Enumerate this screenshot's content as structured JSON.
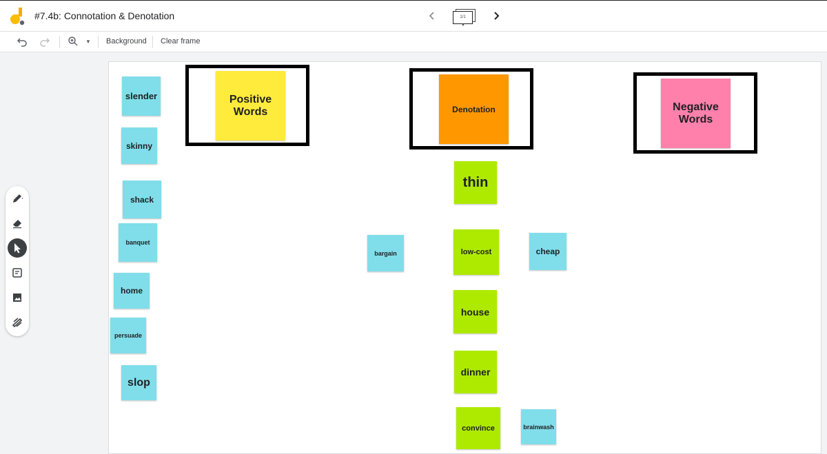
{
  "app": {
    "title": "#7.4b: Connotation & Denotation",
    "frame_indicator": "1/1",
    "brand_colors": [
      "#fbbc04",
      "#f9ab00"
    ]
  },
  "toolbar": {
    "background_label": "Background",
    "clear_frame_label": "Clear frame"
  },
  "tools": [
    "pen-icon",
    "eraser-icon",
    "select-icon",
    "sticky-note-icon",
    "image-icon",
    "laser-icon"
  ],
  "notes": {
    "positive": "Positive Words",
    "denotation": "Denotation",
    "negative": "Negative Words",
    "slender": "slender",
    "skinny": "skinny",
    "shack": "shack",
    "banquet": "banquet",
    "home": "home",
    "persuade": "persuade",
    "slop": "slop",
    "thin": "thin",
    "low_cost": "low-cost",
    "bargain": "bargain",
    "cheap": "cheap",
    "house": "house",
    "dinner": "dinner",
    "convince": "convince",
    "brainwash": "brainwash"
  },
  "colors": {
    "blue_note": "#80deea",
    "green_note": "#aeea00",
    "yellow_note": "#ffeb3b",
    "orange_note": "#ff9800",
    "pink_note": "#ff80ab"
  }
}
